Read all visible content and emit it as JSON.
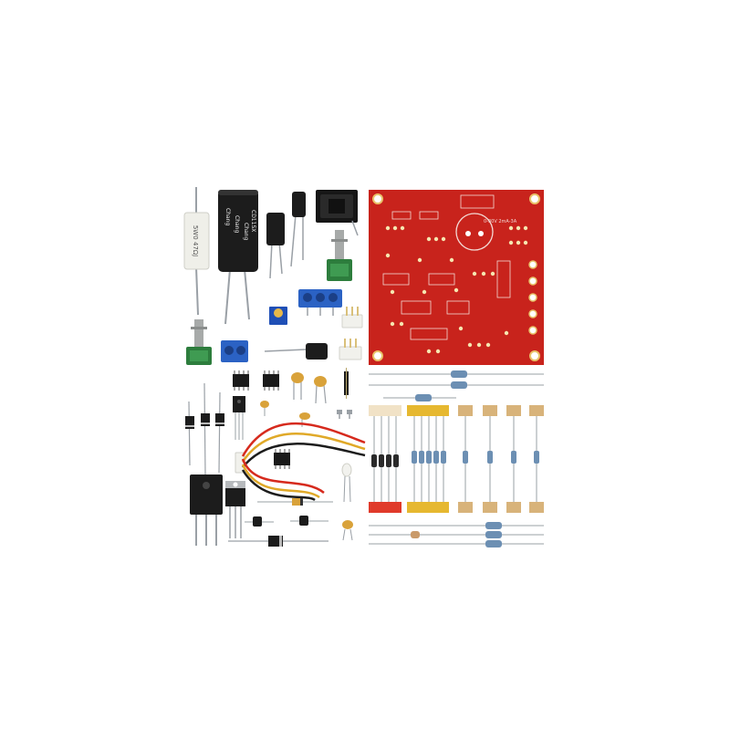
{
  "photo": {
    "subject": "DIY adjustable power supply kit components",
    "resistor_print": "5W0 47ΩJ",
    "capacitor_print": [
      "Chang",
      "Chang",
      "Chang",
      "CD11SX",
      "CD11SX"
    ],
    "pcb_label": "0-30V 2mA-3A"
  },
  "colors": {
    "background": "#ffffff",
    "pcb": "#c8231c",
    "pcb_print": "#f3d9d4",
    "electrolytic": "#1c1c1c",
    "trimmer_blue": "#1f4fb6",
    "pot_green": "#2d7d3d",
    "terminal_blue": "#2b62c4",
    "resistor_tan": "#d8b37a",
    "ceramic_cap": "#d9a23a",
    "lead": "#9aa0a6"
  }
}
